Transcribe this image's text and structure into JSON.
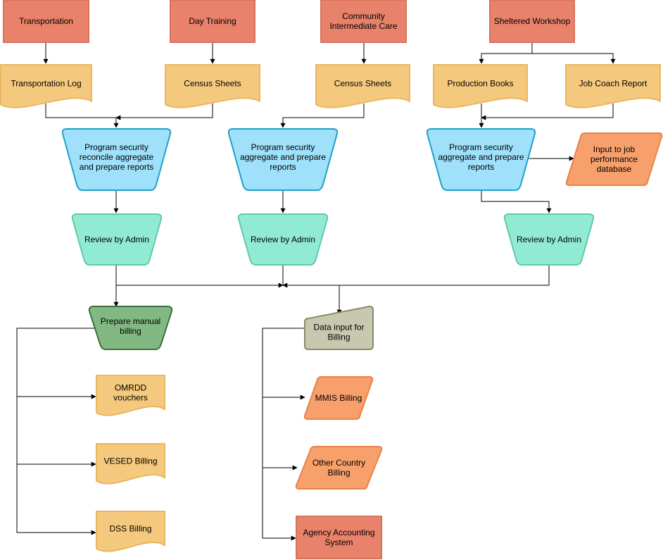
{
  "colors": {
    "process": "#e8826a",
    "process_stroke": "#d6735c",
    "document": "#f5c97d",
    "document_stroke": "#e8b860",
    "security": "#9fe1fa",
    "security_stroke": "#1da1c8",
    "review": "#91ebd4",
    "review_stroke": "#5fc9a8",
    "manual": "#82b983",
    "manual_stroke": "#3b6e3c",
    "input": "#c8c8b0",
    "input_stroke": "#8a8a64",
    "output": "#f7a06c",
    "output_stroke": "#e8824c"
  },
  "nodes": [
    {
      "id": "transportation",
      "shape": "rect",
      "style": "process",
      "lines": [
        "Transportation"
      ]
    },
    {
      "id": "day-training",
      "shape": "rect",
      "style": "process",
      "lines": [
        "Day Training"
      ]
    },
    {
      "id": "community-care",
      "shape": "rect",
      "style": "process",
      "lines": [
        "Community",
        "Intermediate Care"
      ]
    },
    {
      "id": "sheltered-workshop",
      "shape": "rect",
      "style": "process",
      "lines": [
        "Sheltered Workshop"
      ]
    },
    {
      "id": "transportation-log",
      "shape": "document",
      "style": "document",
      "lines": [
        "Transportation Log"
      ]
    },
    {
      "id": "census-sheets-1",
      "shape": "document",
      "style": "document",
      "lines": [
        "Census Sheets"
      ]
    },
    {
      "id": "census-sheets-2",
      "shape": "document",
      "style": "document",
      "lines": [
        "Census Sheets"
      ]
    },
    {
      "id": "production-books",
      "shape": "document",
      "style": "document",
      "lines": [
        "Production Books"
      ]
    },
    {
      "id": "job-coach-report",
      "shape": "document",
      "style": "document",
      "lines": [
        "Job Coach Report"
      ]
    },
    {
      "id": "security-1",
      "shape": "trapezoid",
      "style": "security",
      "lines": [
        "Program security",
        "reconcile aggregate",
        "and prepare reports"
      ]
    },
    {
      "id": "security-2",
      "shape": "trapezoid",
      "style": "security",
      "lines": [
        "Program security",
        "aggregate and prepare",
        "reports"
      ]
    },
    {
      "id": "security-3",
      "shape": "trapezoid",
      "style": "security",
      "lines": [
        "Program security",
        "aggregate and prepare",
        "reports"
      ]
    },
    {
      "id": "job-performance-db",
      "shape": "parallelogram",
      "style": "output",
      "lines": [
        "Input to job",
        "performance",
        "database"
      ]
    },
    {
      "id": "review-1",
      "shape": "trapezoid",
      "style": "review",
      "lines": [
        "Review by Admin"
      ]
    },
    {
      "id": "review-2",
      "shape": "trapezoid",
      "style": "review",
      "lines": [
        "Review by Admin"
      ]
    },
    {
      "id": "review-3",
      "shape": "trapezoid",
      "style": "review",
      "lines": [
        "Review by Admin"
      ]
    },
    {
      "id": "prepare-manual-billing",
      "shape": "trapezoid",
      "style": "manual",
      "lines": [
        "Prepare manual",
        "billing"
      ]
    },
    {
      "id": "data-input-billing",
      "shape": "manual-input",
      "style": "input",
      "lines": [
        "Data input for",
        "Billing"
      ]
    },
    {
      "id": "omrdd-vouchers",
      "shape": "document",
      "style": "document",
      "lines": [
        "OMRDD",
        "vouchers"
      ]
    },
    {
      "id": "vesed-billing",
      "shape": "document",
      "style": "document",
      "lines": [
        "VESED Billing"
      ]
    },
    {
      "id": "dss-billing",
      "shape": "document",
      "style": "document",
      "lines": [
        "DSS Billing"
      ]
    },
    {
      "id": "mmis-billing",
      "shape": "parallelogram",
      "style": "output",
      "lines": [
        "MMIS Billing"
      ]
    },
    {
      "id": "other-country-billing",
      "shape": "parallelogram",
      "style": "output",
      "lines": [
        "Other Country",
        "Billing"
      ]
    },
    {
      "id": "agency-accounting",
      "shape": "rect",
      "style": "process",
      "lines": [
        "Agency Accounting",
        "System"
      ]
    }
  ],
  "edges": [
    {
      "from": "transportation",
      "to": "transportation-log"
    },
    {
      "from": "day-training",
      "to": "census-sheets-1"
    },
    {
      "from": "community-care",
      "to": "census-sheets-2"
    },
    {
      "from": "sheltered-workshop",
      "to": "production-books"
    },
    {
      "from": "sheltered-workshop",
      "to": "job-coach-report"
    },
    {
      "from": "transportation-log",
      "to": "security-1"
    },
    {
      "from": "census-sheets-1",
      "to": "security-1"
    },
    {
      "from": "census-sheets-2",
      "to": "security-2"
    },
    {
      "from": "production-books",
      "to": "security-3"
    },
    {
      "from": "job-coach-report",
      "to": "security-3"
    },
    {
      "from": "security-3",
      "to": "job-performance-db"
    },
    {
      "from": "security-1",
      "to": "review-1"
    },
    {
      "from": "security-2",
      "to": "review-2"
    },
    {
      "from": "security-3",
      "to": "review-3"
    },
    {
      "from": "review-1",
      "to": "data-input-billing"
    },
    {
      "from": "review-2",
      "to": "data-input-billing"
    },
    {
      "from": "review-3",
      "to": "data-input-billing"
    },
    {
      "from": "review-1",
      "to": "prepare-manual-billing"
    },
    {
      "from": "prepare-manual-billing",
      "to": "omrdd-vouchers"
    },
    {
      "from": "prepare-manual-billing",
      "to": "vesed-billing"
    },
    {
      "from": "prepare-manual-billing",
      "to": "dss-billing"
    },
    {
      "from": "data-input-billing",
      "to": "mmis-billing"
    },
    {
      "from": "data-input-billing",
      "to": "other-country-billing"
    },
    {
      "from": "data-input-billing",
      "to": "agency-accounting"
    }
  ]
}
